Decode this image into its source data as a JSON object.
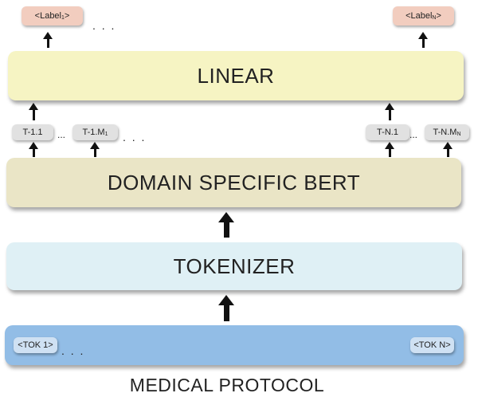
{
  "colors": {
    "linear": "#f6f4c3",
    "bert": "#eae5c6",
    "tokenizer": "#dff0f5",
    "input": "#92bde6",
    "label_pill": "#f2cdbf",
    "token_pill": "#e1e1e1"
  },
  "outputs": {
    "label_first": "<Label",
    "label_first_sub": "1",
    "label_last": "<Label",
    "label_last_sub": "N",
    "ellipsis": ". . ."
  },
  "layers": {
    "linear": "LINEAR",
    "bert": "DOMAIN SPECIFIC BERT",
    "tokenizer": "TOKENIZER"
  },
  "tokens": {
    "t11": "T-1.1",
    "t1m": "T-1.M",
    "t1m_sub": "1",
    "tn1": "T-N.1",
    "tnm": "T-N.M",
    "tnm_sub": "N",
    "small_ellipsis": "...",
    "ellipsis": ". . ."
  },
  "input": {
    "first": "<TOK 1>",
    "last": "<TOK N>",
    "ellipsis": ". . ."
  },
  "caption": "MEDICAL PROTOCOL"
}
